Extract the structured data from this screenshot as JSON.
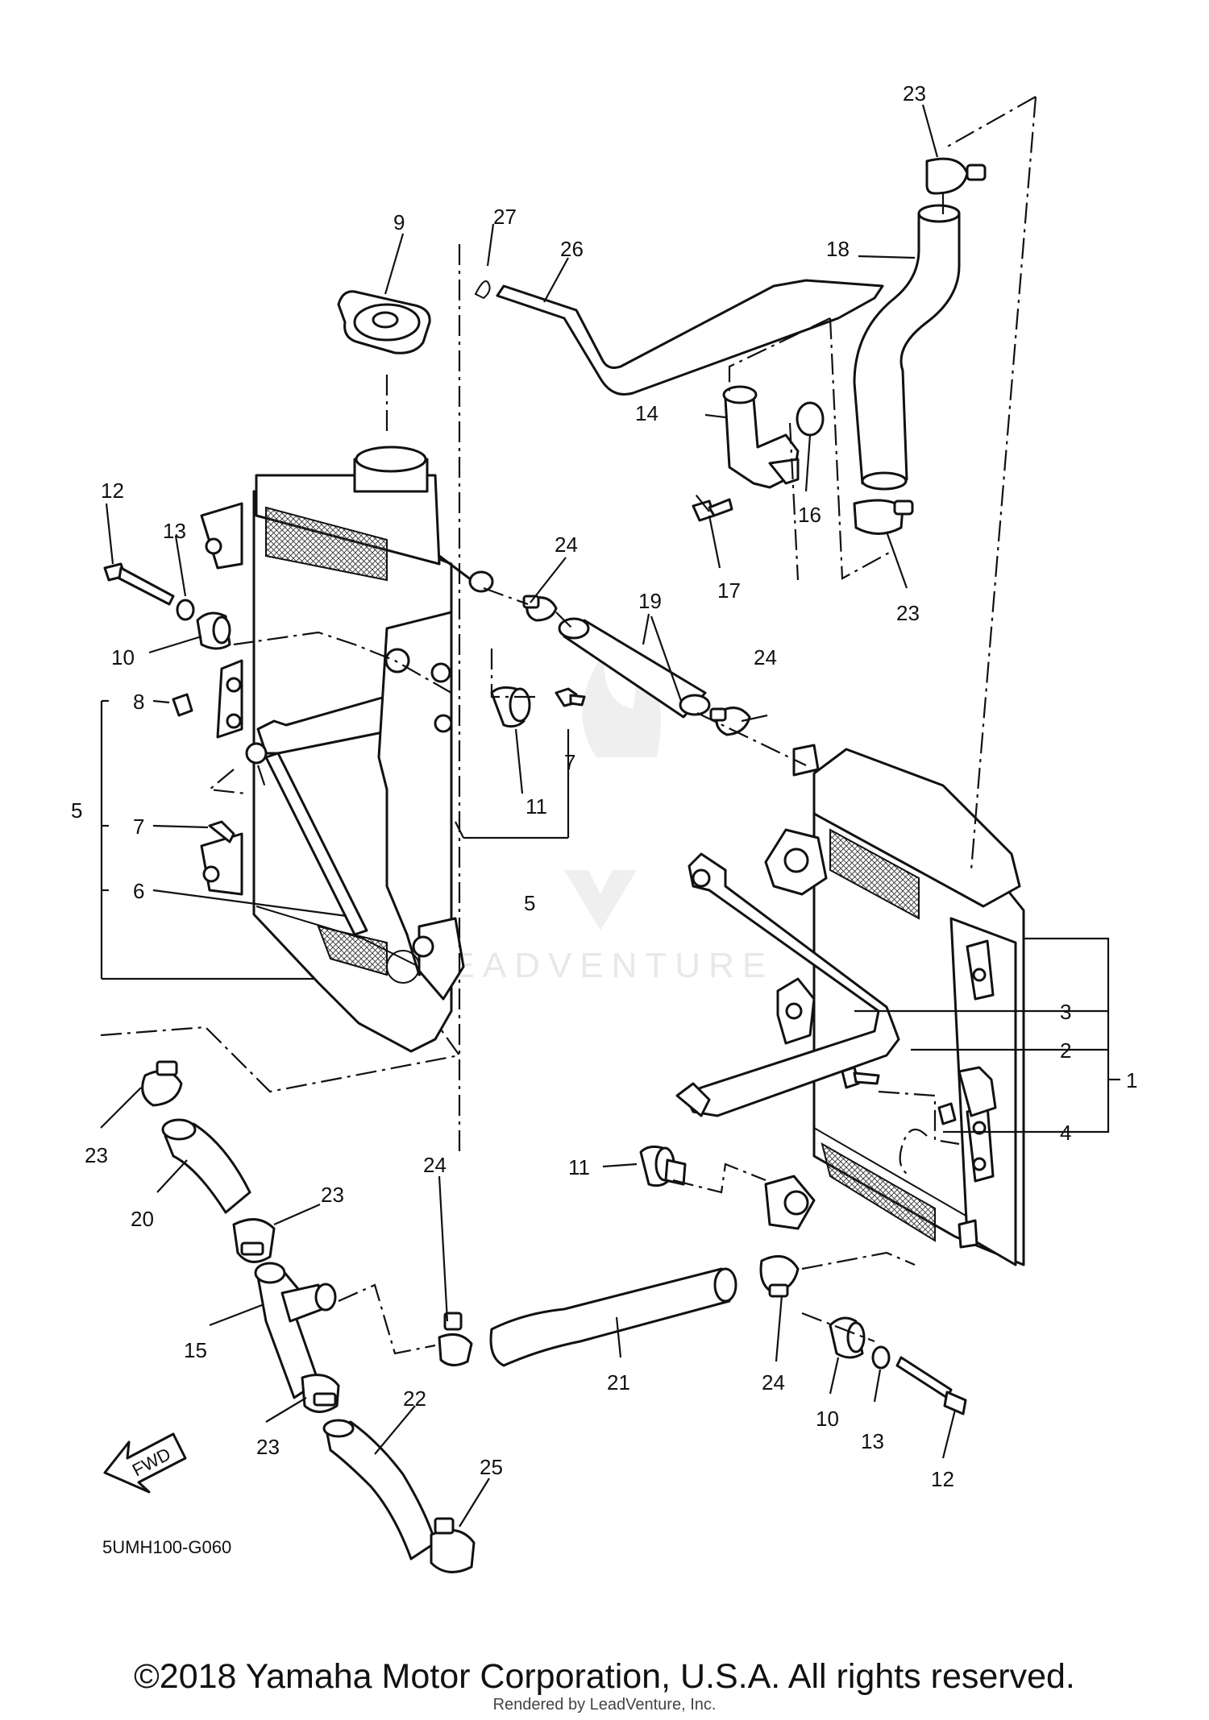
{
  "diagram": {
    "callouts": {
      "c1": "1",
      "c2": "2",
      "c3": "3",
      "c4": "4",
      "c5a": "5",
      "c5b": "5",
      "c6": "6",
      "c7a": "7",
      "c7b": "7",
      "c8": "8",
      "c9": "9",
      "c10a": "10",
      "c10b": "10",
      "c11a": "11",
      "c11b": "11",
      "c12a": "12",
      "c12b": "12",
      "c13a": "13",
      "c13b": "13",
      "c14": "14",
      "c15": "15",
      "c16": "16",
      "c17": "17",
      "c18": "18",
      "c19": "19",
      "c20": "20",
      "c21": "21",
      "c22": "22",
      "c23a": "23",
      "c23b": "23",
      "c23c": "23",
      "c23d": "23",
      "c23e": "23",
      "c24a": "24",
      "c24b": "24",
      "c24c": "24",
      "c24d": "24",
      "c25": "25",
      "c26": "26",
      "c27": "27"
    },
    "fwd_label": "FWD",
    "diagram_code": "5UMH100-G060",
    "watermark": "LEADVENTURE"
  },
  "footer": {
    "copyright": "©2018 Yamaha Motor Corporation, U.S.A. All rights reserved.",
    "rendered_by": "Rendered by LeadVenture, Inc."
  },
  "colors": {
    "ink": "#111111",
    "background": "#ffffff",
    "watermark": "#d6d6d6"
  }
}
